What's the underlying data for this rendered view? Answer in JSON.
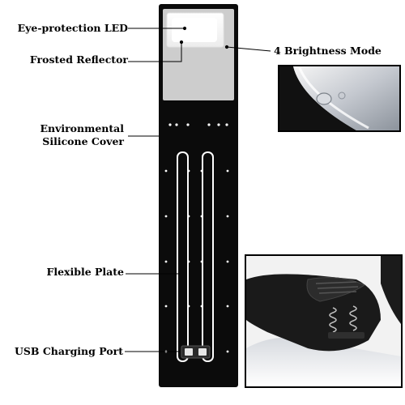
{
  "labels": {
    "eye_protection_led": "Eye-protection LED",
    "frosted_reflector": "Frosted Reflector",
    "silicone_line1": "Environmental",
    "silicone_line2": "Silicone Cover",
    "brightness_mode": "4 Brightness Mode",
    "flexible_plate": "Flexible Plate",
    "usb_charging_port": "USB Charging Port"
  },
  "colors": {
    "body": "#0b0b0b",
    "panel": "#cdcdcd",
    "slot_stroke": "#ffffff",
    "dots": "#ffffff",
    "leader": "#000000",
    "inset_frame": "#000000"
  }
}
